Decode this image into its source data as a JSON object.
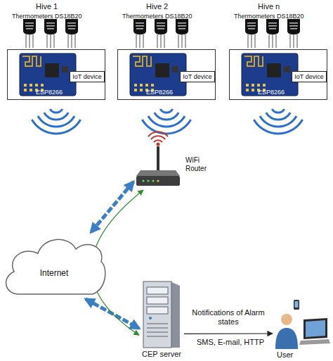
{
  "diagram": {
    "nodes": [
      {
        "text": [
          "Hive 1",
          "Thermometers DS18B20",
          "ESP8266"
        ]
      },
      {
        "text": [
          "IoT device"
        ],
        "in": 0
      },
      {
        "text": [
          "Hive 2",
          "Thermometers DS18B20",
          "ESP8266"
        ]
      },
      {
        "text": [
          "IoT device"
        ],
        "in": 2
      },
      {
        "text": [
          "Hive n",
          "Thermometers DS18B20",
          "ESP8266"
        ]
      },
      {
        "text": [
          "IoT device"
        ],
        "in": 4
      },
      {
        "text": [
          "WiFi Router"
        ]
      },
      {
        "text": [
          "Internet"
        ]
      },
      {
        "text": [
          "CEP server"
        ]
      },
      {
        "text": [
          "User"
        ]
      }
    ],
    "edges": [
      {
        "from": 6,
        "to": 7,
        "arrow": "both"
      },
      {
        "from": 7,
        "to": 8,
        "arrow": "both"
      },
      {
        "from": 6,
        "to": 8,
        "arrow": "both"
      },
      {
        "from": 8,
        "to": 9,
        "label": "Notifications of Alarm states",
        "arrow": "to"
      }
    ],
    "labels": [
      "SMS, E-mail, HTTP"
    ]
  }
}
